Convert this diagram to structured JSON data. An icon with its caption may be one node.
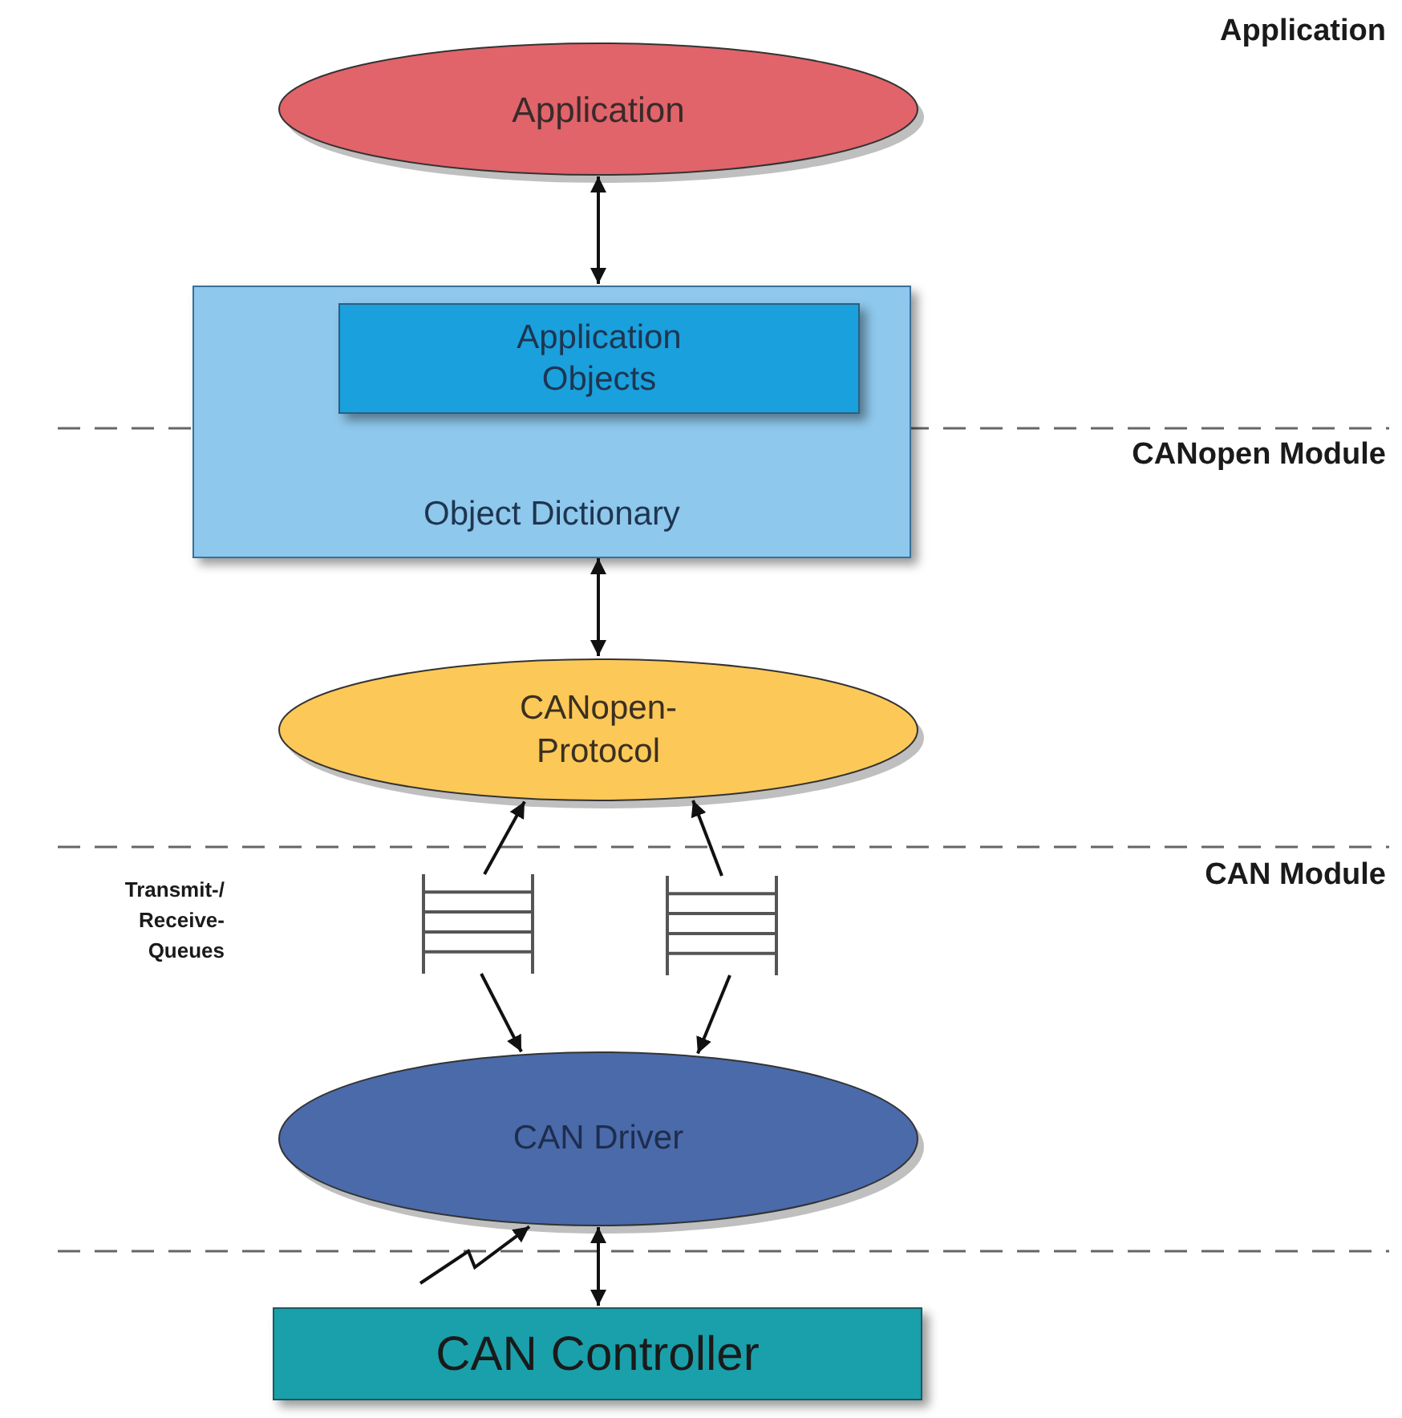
{
  "diagram": {
    "nodes": [
      {
        "text": [
          "Application"
        ]
      },
      {
        "text": [
          "Object Dictionary"
        ]
      },
      {
        "text": [
          "Application Objects"
        ],
        "in": 1
      },
      {
        "text": [
          "CANopen- Protocol"
        ]
      },
      {
        "text": [],
        "shape": "queue"
      },
      {
        "text": [],
        "shape": "queue"
      },
      {
        "text": [
          "CAN Driver"
        ]
      },
      {
        "text": [
          "CAN Controller"
        ]
      }
    ],
    "edges": [
      {
        "from": 0,
        "to": 1,
        "arrow": "both"
      },
      {
        "from": 1,
        "to": 3,
        "arrow": "both"
      },
      {
        "from": 4,
        "to": 3,
        "arrow": "to"
      },
      {
        "from": 5,
        "to": 3,
        "arrow": "to"
      },
      {
        "from": 4,
        "to": 6,
        "arrow": "to"
      },
      {
        "from": 5,
        "to": 6,
        "arrow": "to"
      },
      {
        "from": null,
        "to": 6,
        "arrow": "to"
      },
      {
        "from": 6,
        "to": 7,
        "arrow": "both"
      }
    ],
    "labels": [
      "Application",
      "CANopen Module",
      "CAN Module",
      "Transmit-/ Receive- Queues"
    ]
  }
}
